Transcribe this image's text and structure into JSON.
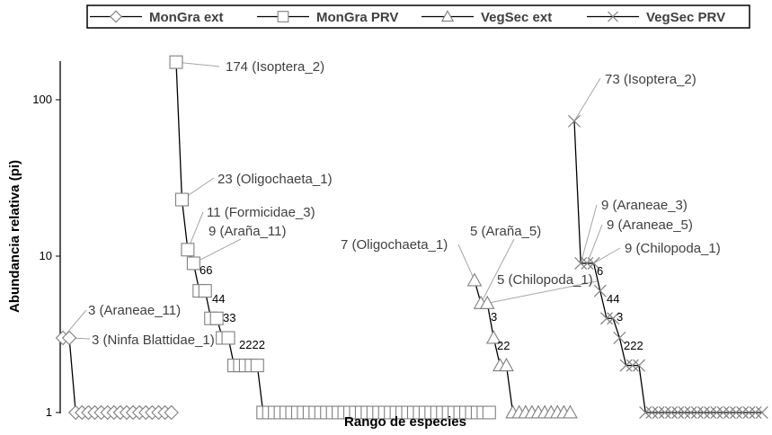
{
  "chart_data": {
    "type": "line",
    "title": "",
    "xlabel": "Rango de especies",
    "ylabel": "Abundancia relativa (pi)",
    "yscale": "log",
    "ylim": [
      1,
      174
    ],
    "yticks": [
      {
        "value": 1,
        "label": "1"
      },
      {
        "value": 10,
        "label": "10"
      },
      {
        "value": 100,
        "label": "100"
      }
    ],
    "grid": false,
    "legend_position": "top",
    "series": [
      {
        "name": "MonGra ext",
        "marker": "diamond",
        "color": "#808080",
        "values": [
          3,
          3,
          1,
          1,
          1,
          1,
          1,
          1,
          1,
          1,
          1,
          1,
          1,
          1,
          1,
          1,
          1,
          1
        ]
      },
      {
        "name": "MonGra PRV",
        "marker": "square",
        "color": "#808080",
        "values": [
          174,
          23,
          11,
          9,
          6,
          6,
          4,
          4,
          3,
          3,
          2,
          2,
          2,
          2,
          2,
          1,
          1,
          1,
          1,
          1,
          1,
          1,
          1,
          1,
          1,
          1,
          1,
          1,
          1,
          1,
          1,
          1,
          1,
          1,
          1,
          1,
          1,
          1,
          1,
          1,
          1,
          1,
          1,
          1,
          1,
          1,
          1,
          1,
          1,
          1,
          1,
          1,
          1,
          1,
          1
        ]
      },
      {
        "name": "VegSec ext",
        "marker": "triangle",
        "color": "#808080",
        "values": [
          7,
          5,
          5,
          3,
          2,
          2,
          1,
          1,
          1,
          1,
          1,
          1,
          1,
          1,
          1,
          1
        ]
      },
      {
        "name": "VegSec PRV",
        "marker": "x",
        "color": "#808080",
        "values": [
          73,
          9,
          9,
          9,
          6,
          4,
          4,
          3,
          2,
          2,
          2,
          1,
          1,
          1,
          1,
          1,
          1,
          1,
          1,
          1,
          1,
          1,
          1,
          1,
          1,
          1,
          1,
          1,
          1,
          1
        ]
      }
    ],
    "annotations": [
      {
        "series": 0,
        "index": 0,
        "text": "3 (Araneae_11)"
      },
      {
        "series": 0,
        "index": 1,
        "text": "3 (Ninfa Blattidae_1)"
      },
      {
        "series": 1,
        "index": 0,
        "text": "174 (Isoptera_2)"
      },
      {
        "series": 1,
        "index": 1,
        "text": "23 (Oligochaeta_1)"
      },
      {
        "series": 1,
        "index": 2,
        "text": "11 (Formicidae_3)"
      },
      {
        "series": 1,
        "index": 3,
        "text": "9 (Araña_11)"
      },
      {
        "series": 2,
        "index": 0,
        "text": "7 (Oligochaeta_1)"
      },
      {
        "series": 2,
        "index": 1,
        "text": "5 (Araña_5)"
      },
      {
        "series": 2,
        "index": 2,
        "text": "5 (Chilopoda_1)"
      },
      {
        "series": 3,
        "index": 0,
        "text": "73 (Isoptera_2)"
      },
      {
        "series": 3,
        "index": 1,
        "text": "9 (Araneae_3)"
      },
      {
        "series": 3,
        "index": 2,
        "text": "9 (Araneae_5)"
      },
      {
        "series": 3,
        "index": 3,
        "text": "9 (Chilopoda_1)"
      }
    ],
    "point_labels": [
      {
        "series": 1,
        "text": "66"
      },
      {
        "series": 1,
        "text": "44"
      },
      {
        "series": 1,
        "text": "33"
      },
      {
        "series": 1,
        "text": "2222"
      },
      {
        "series": 2,
        "text": "3"
      },
      {
        "series": 2,
        "text": "22"
      },
      {
        "series": 3,
        "text": "6"
      },
      {
        "series": 3,
        "text": "44"
      },
      {
        "series": 3,
        "text": "3"
      },
      {
        "series": 3,
        "text": "222"
      }
    ]
  }
}
